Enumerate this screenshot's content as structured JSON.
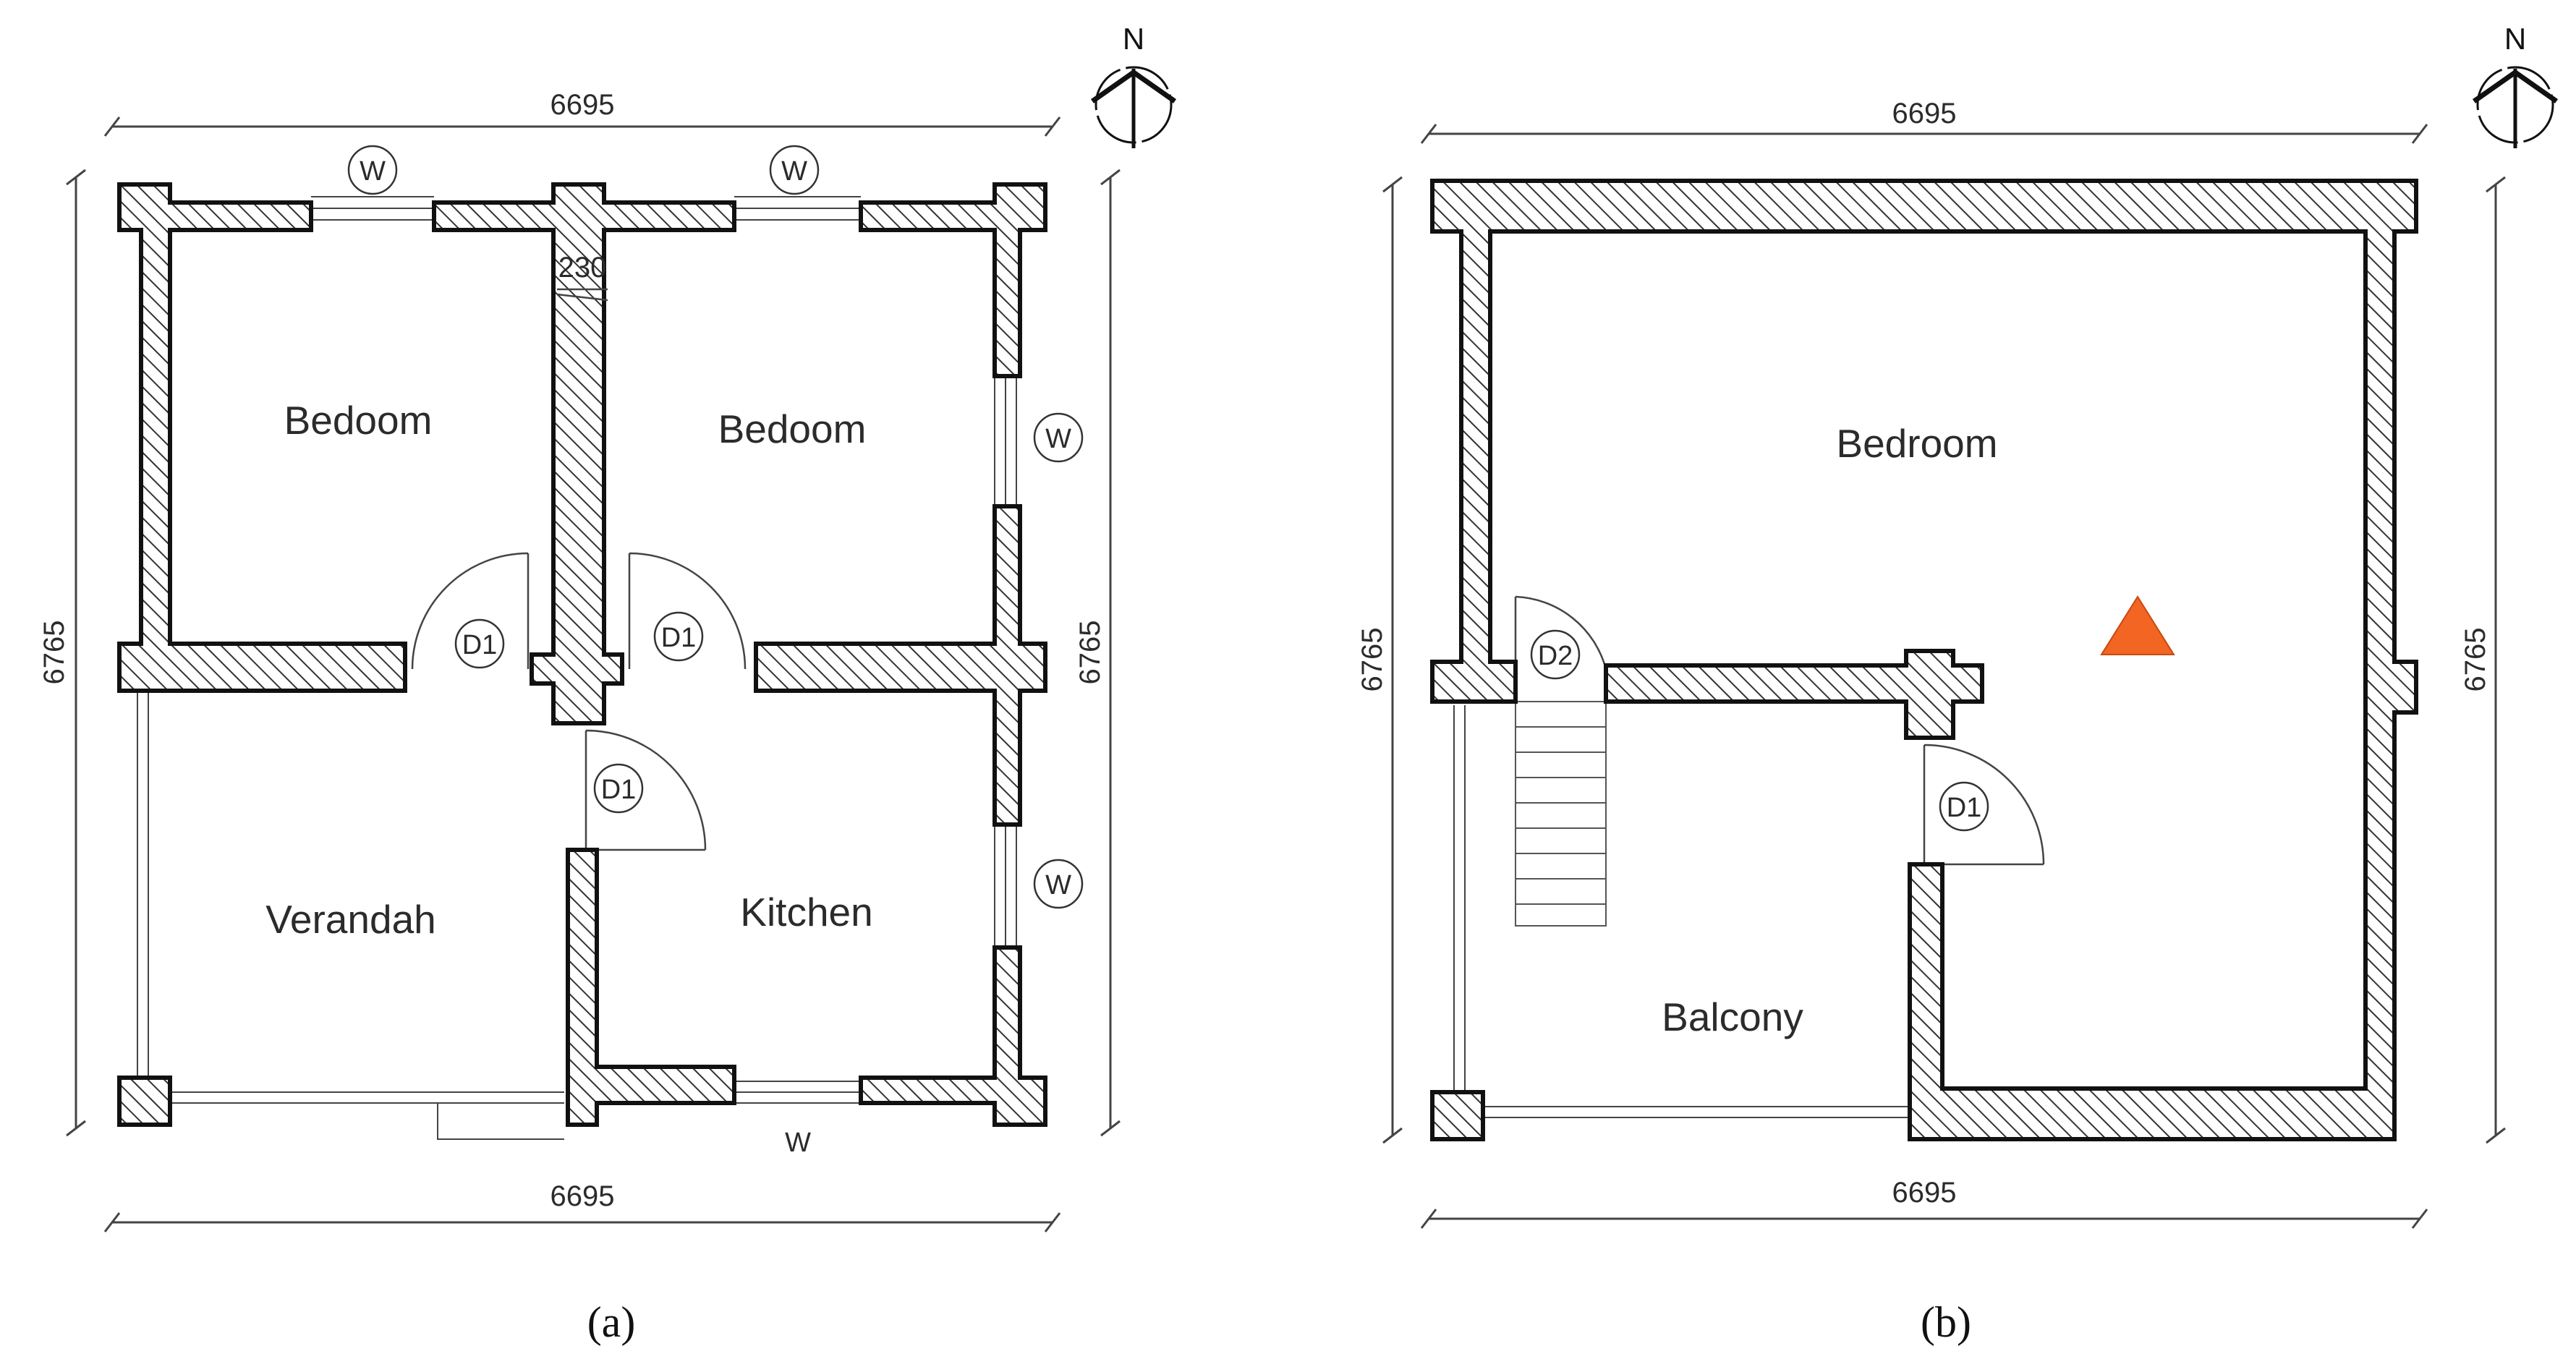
{
  "plan_a": {
    "rooms": {
      "bedroom_left": "Bedoom",
      "bedroom_right": "Bedoom",
      "verandah": "Verandah",
      "kitchen": "Kitchen"
    },
    "dimensions": {
      "top": "6695",
      "bottom": "6695",
      "left": "6765",
      "right": "6765",
      "wall": "230"
    },
    "tags": {
      "window_top_left": "W",
      "window_top_right": "W",
      "window_right_upper": "W",
      "window_right_lower": "W",
      "window_bottom": "W",
      "door_left_bedroom": "D1",
      "door_right_bedroom": "D1",
      "door_kitchen": "D1"
    },
    "north": "N",
    "caption": "(a)"
  },
  "plan_b": {
    "rooms": {
      "bedroom": "Bedroom",
      "balcony": "Balcony"
    },
    "dimensions": {
      "top": "6695",
      "bottom": "6695",
      "left": "6765",
      "right": "6765"
    },
    "tags": {
      "door_stair": "D2",
      "door_bedroom": "D1"
    },
    "north": "N",
    "caption": "(b)"
  },
  "colors": {
    "wall_outline": "#111111",
    "hatch": "#333333",
    "marker": "#f26522"
  }
}
